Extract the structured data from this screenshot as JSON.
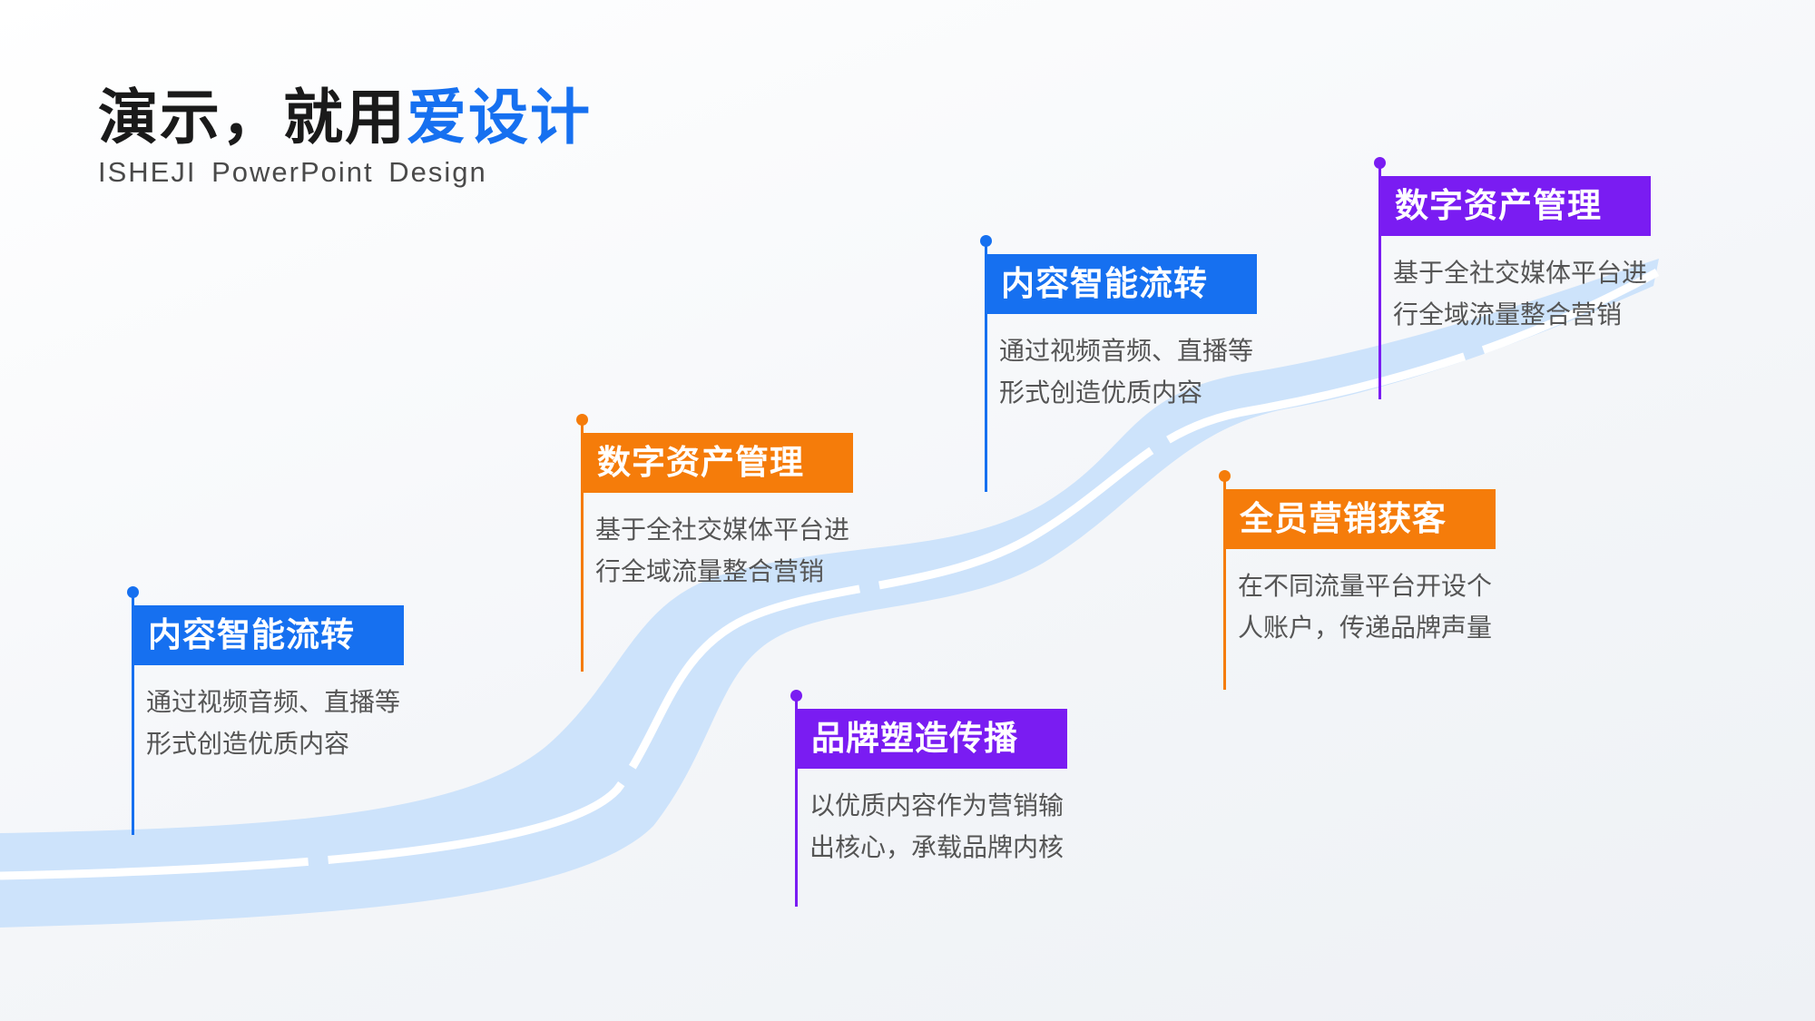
{
  "title": {
    "main": "演示，就用",
    "accent": "爱设计",
    "subtitle": "ISHEJI  PowerPoint  Design"
  },
  "colors": {
    "blue": "#1670f0",
    "orange": "#f57c0a",
    "purple": "#7a1cf2",
    "road": "#cde3fb",
    "road_line": "#ffffff"
  },
  "milestones": [
    {
      "label": "内容智能流转",
      "line1": "通过视频音频、直播等",
      "line2": "形式创造优质内容",
      "color": "#1670f0"
    },
    {
      "label": "数字资产管理",
      "line1": "基于全社交媒体平台进",
      "line2": "行全域流量整合营销",
      "color": "#f57c0a"
    },
    {
      "label": "品牌塑造传播",
      "line1": "以优质内容作为营销输",
      "line2": "出核心，承载品牌内核",
      "color": "#7a1cf2"
    },
    {
      "label": "内容智能流转",
      "line1": "通过视频音频、直播等",
      "line2": "形式创造优质内容",
      "color": "#1670f0"
    },
    {
      "label": "全员营销获客",
      "line1": "在不同流量平台开设个",
      "line2": "人账户，传递品牌声量",
      "color": "#f57c0a"
    },
    {
      "label": "数字资产管理",
      "line1": "基于全社交媒体平台进",
      "line2": "行全域流量整合营销",
      "color": "#7a1cf2"
    }
  ]
}
